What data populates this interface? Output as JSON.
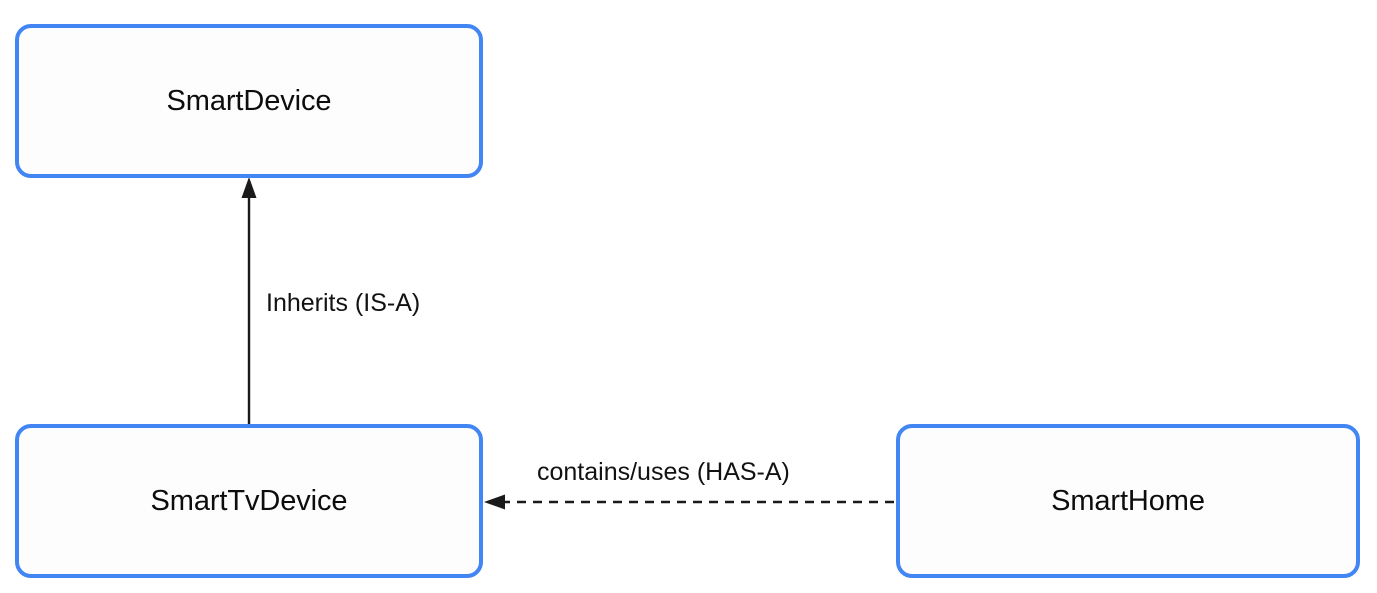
{
  "diagram": {
    "type": "class-relationship-diagram",
    "background_color": "#ffffff",
    "node_border_color": "#4285f4",
    "node_fill_color": "#fdfdfd",
    "edge_color": "#1a1a1a",
    "nodes": [
      {
        "id": "smartdevice",
        "label": "SmartDevice"
      },
      {
        "id": "smarttvdevice",
        "label": "SmartTvDevice"
      },
      {
        "id": "smarthome",
        "label": "SmartHome"
      }
    ],
    "edges": [
      {
        "id": "inherits",
        "label": "Inherits (IS-A)",
        "from": "SmartTvDevice",
        "to": "SmartDevice",
        "style": "solid",
        "arrowhead": "filled-triangle",
        "direction": "up"
      },
      {
        "id": "contains",
        "label": "contains/uses (HAS-A)",
        "from": "SmartHome",
        "to": "SmartTvDevice",
        "style": "dashed",
        "arrowhead": "filled-triangle",
        "direction": "left"
      }
    ]
  }
}
